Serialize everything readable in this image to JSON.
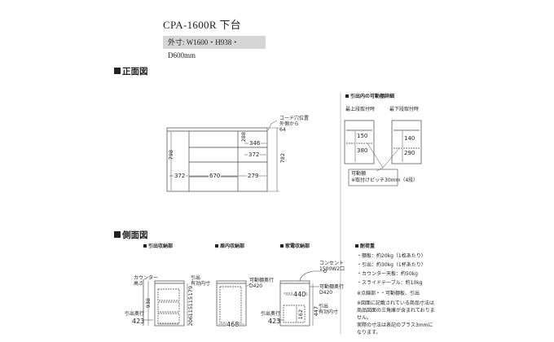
{
  "title": "CPA-1600R 下台",
  "spec": "外寸: W1600・H938・D600mm",
  "sections": {
    "front": "正面図",
    "side": "側面図"
  },
  "front": {
    "dims": {
      "left": "372",
      "middle": "670",
      "right": "279",
      "upper_left": "346",
      "upper_right": "288",
      "mid_right": "372",
      "height_left": "798",
      "height_right": "782"
    },
    "cord_note": [
      "コード穴位置",
      "外側から",
      "64"
    ]
  },
  "detail": {
    "heading": "引出内の可動棚詳細",
    "top_label": "最上段取付時",
    "bottom_label": "最下段取付時",
    "top_vals": [
      "150",
      "380"
    ],
    "bottom_vals": [
      "140",
      "290"
    ],
    "note": [
      "可動棚",
      "※取付けピッチ30mm（4段）"
    ]
  },
  "side": {
    "drawer_heading": "引出収納部",
    "cabinet_heading": "扉内収納部",
    "appliance_heading": "家電収納部",
    "drawer": {
      "counter_label": [
        "カウンター",
        "高さ"
      ],
      "inner_label": [
        "引出",
        "有効内寸"
      ],
      "depth_label": [
        "引出奥行"
      ],
      "depth_val": "423",
      "vert_left": [
        "938"
      ],
      "vert_right": [
        "179",
        "115",
        "115",
        "206"
      ]
    },
    "cabinet": {
      "shelf_depth_label": [
        "可動棚奥行",
        "D420"
      ],
      "bottom_val": "468"
    },
    "appliance": {
      "outlet_label": [
        "コンセント",
        "1500W2口"
      ],
      "width_val": "440",
      "shelf_depth_label": [
        "可動棚奥行",
        "D420"
      ],
      "inner_label": [
        "引出",
        "有効内寸"
      ],
      "depth_label": [
        "引出奥行"
      ],
      "depth_val": "423",
      "vert_right": [
        "447"
      ],
      "vert_mid": [
        "162"
      ]
    }
  },
  "load": {
    "heading": "耐荷重",
    "items": [
      "・棚板：約20kg（1枚あたり）",
      "・引出：約30kg（1杯あたり）",
      "・カウンター天板：約50kg",
      "・スライドテーブル：約10kg"
    ],
    "legend": "※点線部・・可動棚板、引出",
    "notes": [
      "※図面に記載されている商品寸法は",
      "商品図面の三角庫が含まれておりま",
      "せん。",
      "実際の寸法は表記のプラス3mmに",
      "なります。"
    ]
  }
}
